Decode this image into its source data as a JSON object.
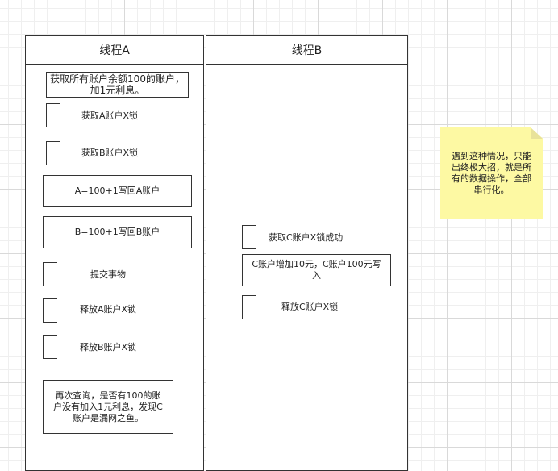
{
  "lanes": [
    {
      "title": "线程A"
    },
    {
      "title": "线程B"
    }
  ],
  "threadA": {
    "query_box": "获取所有账户余额100的账户，加1元利息。",
    "lock_a": "获取A账户X锁",
    "lock_b": "获取B账户X锁",
    "write_a": "A=100+1写回A账户",
    "write_b": "B=100+1写回B账户",
    "commit": "提交事物",
    "release_a": "释放A账户X锁",
    "release_b": "释放B账户X锁",
    "requery": "再次查询，是否有100的账户没有加入1元利息，发现C账户是漏网之鱼。"
  },
  "threadB": {
    "lock_c": "获取C账户X锁成功",
    "write_c": "C账户增加10元，C账户100元写入",
    "release_c": "释放C账户X锁"
  },
  "note": {
    "text": "遇到这种情况，只能出终极大招，就是所有的数据操作，全部串行化。",
    "color": "#fdf9a3"
  }
}
